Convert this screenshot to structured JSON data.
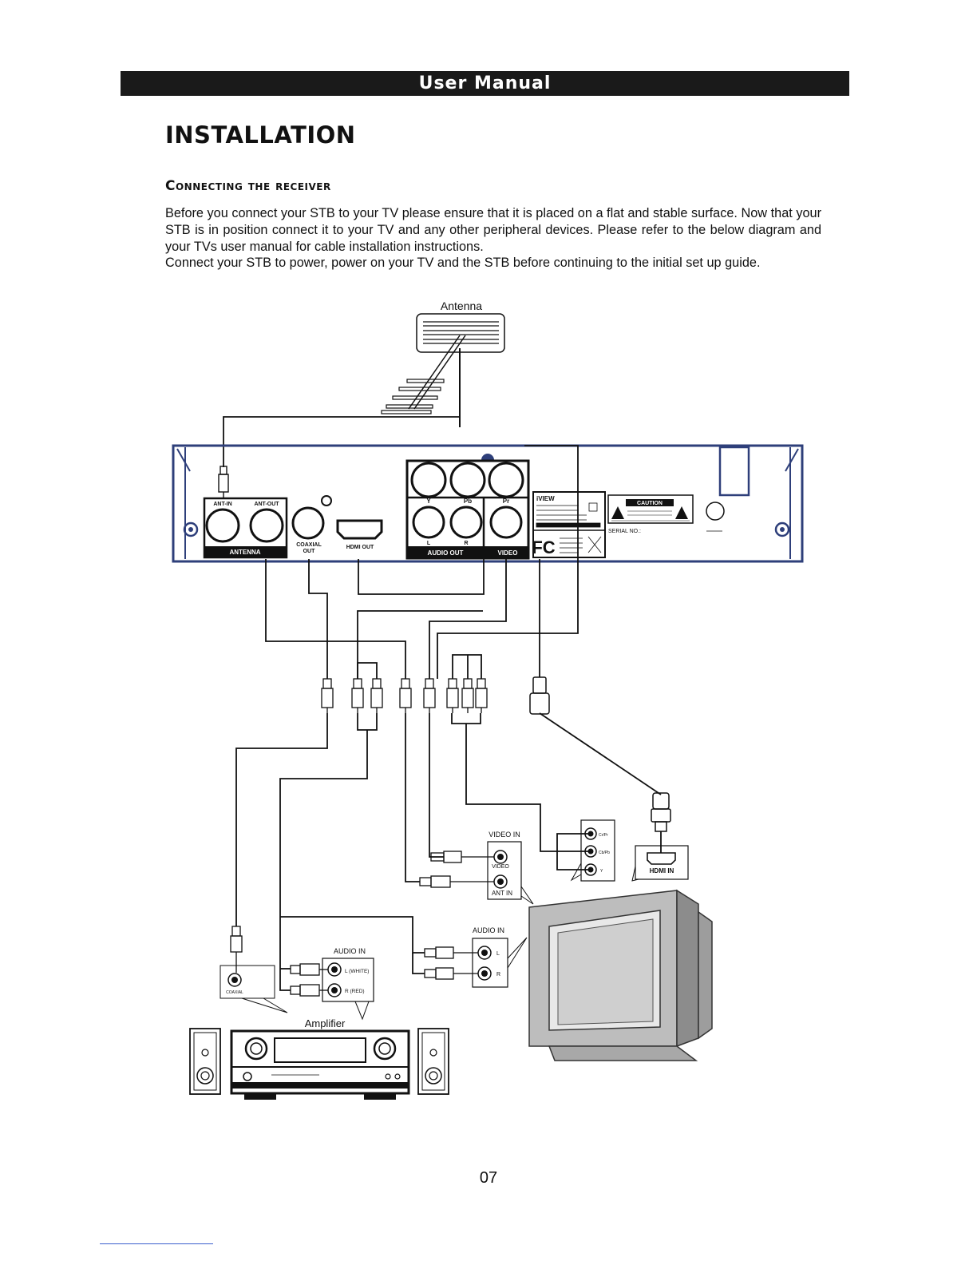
{
  "header": {
    "title": "User Manual"
  },
  "page_title": "INSTALLATION",
  "section": {
    "title": "Connecting the receiver",
    "paragraphs": [
      "Before you connect your STB to your TV please ensure that it is placed on a flat and stable surface. Now that your STB is in position connect it to your TV and any other peripheral devices. Please refer to the below diagram and your TVs user manual for cable installation instructions.",
      "Connect your STB to power, power on your TV and the STB before continuing to the initial set up guide."
    ]
  },
  "diagram": {
    "antenna_label": "Antenna",
    "stb": {
      "ant_in": "ANT-IN",
      "ant_out": "ANT-OUT",
      "antenna": "ANTENNA",
      "coaxial_out_1": "COAXIAL",
      "coaxial_out_2": "OUT",
      "hdmi_out": "HDMI OUT",
      "y": "Y",
      "pb": "Pb",
      "pr": "Pr",
      "l": "L",
      "r": "R",
      "audio_out": "AUDIO OUT",
      "video": "VIDEO",
      "brand": "iVIEW",
      "caution": "CAUTION",
      "serial": "SERIAL NO.:",
      "fc": "FC"
    },
    "tv": {
      "video_in": "VIDEO IN",
      "video": "VIDEO",
      "ant_in": "ANT IN",
      "audio_in": "AUDIO IN",
      "l": "L",
      "r": "R",
      "crpr": "Cr/Pr",
      "cbpb": "Cb/Pb",
      "y": "Y",
      "hdmi_in": "HDMI IN"
    },
    "amp": {
      "audio_in": "AUDIO IN",
      "l_white": "L (WHITE)",
      "r_red": "R (RED)",
      "coaxial": "COAXIAL",
      "label": "Amplifier"
    }
  },
  "page_number": "07"
}
